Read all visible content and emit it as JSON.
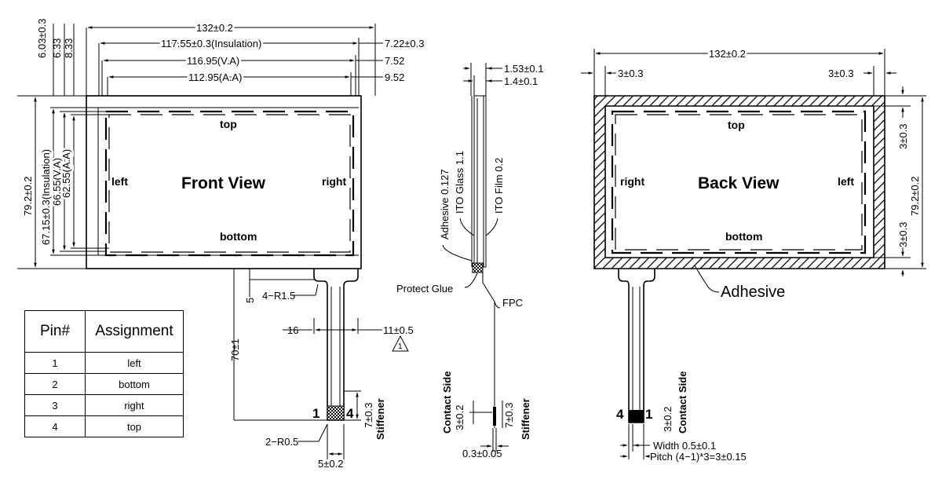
{
  "front": {
    "title": "Front View",
    "label_top": "top",
    "label_left": "left",
    "label_right": "right",
    "label_bottom": "bottom",
    "dim_width": "132±0.2",
    "dim_insulation_w": "117.55±0.3(Insulation)",
    "dim_va_w": "116.95(V.A)",
    "dim_aa_w": "112.95(A.A)",
    "dim_r1": "7.22±0.3",
    "dim_r2": "7.52",
    "dim_r3": "9.52",
    "dim_v1": "6.03±0.3",
    "dim_v2": "6.33",
    "dim_v3": "8.33",
    "dim_height": "79.2±0.2",
    "dim_insulation_h": "67.15±0.3(Insulation)",
    "dim_va_h": "66.55(V.A)",
    "dim_aa_h": "62.55(A.A)",
    "dim_5": "5",
    "dim_radius": "4−R1.5",
    "dim_16": "16",
    "dim_11": "11±0.5",
    "dim_70": "70±1",
    "pin_1": "1",
    "pin_4": "4",
    "dim_7": "7±0.3",
    "stiffener": "Stiffener",
    "dim_r05": "2−R0.5",
    "dim_5b": "5±0.2",
    "rev_mark": "1"
  },
  "side": {
    "dim_153": "1.53±0.1",
    "dim_14": "1.4±0.1",
    "adhesive": "Adhesive  0.127",
    "ito_glass": "ITO  Glass  1.1",
    "ito_film": "ITO  Film  0.2",
    "protect_glue": "Protect  Glue",
    "fpc": "FPC",
    "contact_side": "Contact Side",
    "dim_3": "3±0.2",
    "dim_7": "7±0.3",
    "stiffener": "Stiffener",
    "dim_03": "0.3±0.05"
  },
  "back": {
    "title": "Back View",
    "label_top": "top",
    "label_left": "left",
    "label_right": "right",
    "label_bottom": "bottom",
    "dim_width": "132±0.2",
    "dim_3l": "3±0.3",
    "dim_3r": "3±0.3",
    "dim_3t": "3±0.3",
    "dim_3b": "3±0.3",
    "dim_height": "79.2±0.2",
    "adhesive": "Adhesive",
    "pin_4": "4",
    "pin_1": "1",
    "dim_3": "3±0.2",
    "contact_side": "Contact Side",
    "width": "Width  0.5±0.1",
    "pitch": "Pitch  (4−1)*3=3±0.15"
  },
  "pin_table": {
    "header_pin": "Pin#",
    "header_assignment": "Assignment",
    "rows": [
      {
        "pin": "1",
        "assignment": "left"
      },
      {
        "pin": "2",
        "assignment": "bottom"
      },
      {
        "pin": "3",
        "assignment": "right"
      },
      {
        "pin": "4",
        "assignment": "top"
      }
    ]
  }
}
